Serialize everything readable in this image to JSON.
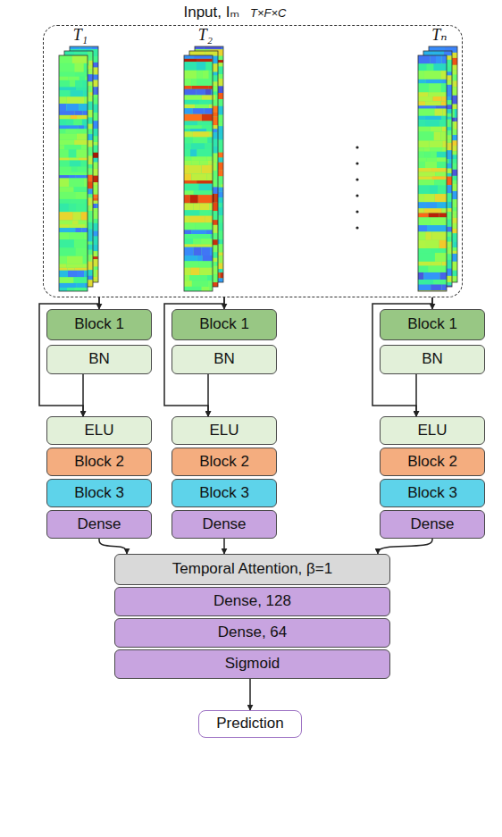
{
  "diagram": {
    "nodes": [
      {
        "text": [
          "Input, Iₘ",
          "T×F×C"
        ]
      },
      {
        "text": [
          "Block 1"
        ]
      },
      {
        "text": [
          "BN"
        ]
      },
      {
        "text": [
          "ELU"
        ]
      },
      {
        "text": [
          "Block 2"
        ]
      },
      {
        "text": [
          "Block 3"
        ]
      },
      {
        "text": [
          "Dense"
        ]
      },
      {
        "text": [
          "Block 1"
        ]
      },
      {
        "text": [
          "BN"
        ]
      },
      {
        "text": [
          "ELU"
        ]
      },
      {
        "text": [
          "Block 2"
        ]
      },
      {
        "text": [
          "Block 3"
        ]
      },
      {
        "text": [
          "Dense"
        ]
      },
      {
        "text": [
          "Block 1"
        ]
      },
      {
        "text": [
          "BN"
        ]
      },
      {
        "text": [
          "ELU"
        ]
      },
      {
        "text": [
          "Block 2"
        ]
      },
      {
        "text": [
          "Block 3"
        ]
      },
      {
        "text": [
          "Dense"
        ]
      },
      {
        "text": [
          "Temporal Attention, β=1"
        ]
      },
      {
        "text": [
          "Dense, 128"
        ]
      },
      {
        "text": [
          "Dense, 64"
        ]
      },
      {
        "text": [
          "Sigmoid"
        ]
      },
      {
        "text": [
          "Prediction"
        ]
      }
    ],
    "edges": [
      {
        "from": 0,
        "to": 1,
        "arrow": "to"
      },
      {
        "from": 0,
        "to": 3,
        "arrow": "to"
      },
      {
        "from": 2,
        "to": 3,
        "arrow": "to"
      },
      {
        "from": 0,
        "to": 7,
        "arrow": "to"
      },
      {
        "from": 0,
        "to": 9,
        "arrow": "to"
      },
      {
        "from": 8,
        "to": 9,
        "arrow": "to"
      },
      {
        "from": 0,
        "to": 13,
        "arrow": "to"
      },
      {
        "from": 0,
        "to": 15,
        "arrow": "to"
      },
      {
        "from": 14,
        "to": 15,
        "arrow": "to"
      },
      {
        "from": 6,
        "to": 19,
        "arrow": "to"
      },
      {
        "from": 12,
        "to": 19,
        "arrow": "to"
      },
      {
        "from": 18,
        "to": 19,
        "arrow": "to"
      },
      {
        "from": 22,
        "to": 23,
        "arrow": "to"
      }
    ],
    "labels": [
      "T₁",
      "T₂",
      "Tₙ"
    ]
  }
}
